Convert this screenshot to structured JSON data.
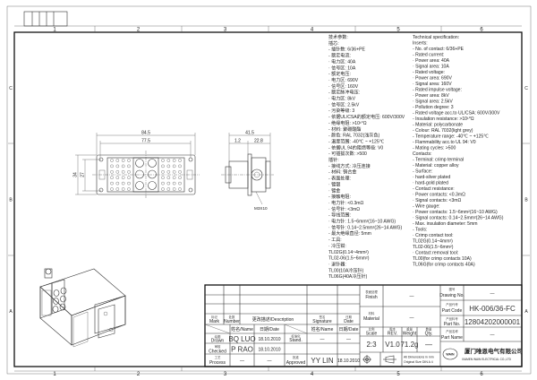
{
  "frame": {
    "columns": [
      "1",
      "2",
      "3",
      "4",
      "5",
      "6"
    ],
    "rows": [
      "C",
      "B",
      "A"
    ]
  },
  "front_view": {
    "dim_overall_width": "84.5",
    "dim_inner_width": "77.5",
    "dim_overall_height": "34",
    "dim_inner_height": "27"
  },
  "side_view": {
    "dim_overall": "41.5",
    "dim_left": "1.2",
    "dim_right": "22.8",
    "screw_label": "M3X10"
  },
  "spec_en": [
    "Technical specification:",
    "Inserts:",
    "- No. of contact: 6/36+PE",
    "- Rated current:",
    "  · Power area: 40A",
    "  · Signal area: 10A",
    "- Rated voltage:",
    "  · Power area: 690V",
    "  · Signal area: 160V",
    "- Rated impulse voltage:",
    "  · Power area: 8kV",
    "  · Signal area: 2.5kV",
    "- Pollution degree: 3",
    "- Rated voltage acc.to UL/CSA: 600V/300V",
    "- Insulation resistance: >10¹⁰Ω",
    "- Material: polycarbonate",
    "- Colour: RAL 7032(light grey)",
    "- Temperature range: -40℃ ~ +125℃",
    "- Flammability acc.to UL 94: V0",
    "- Mating cycles: >500",
    "Contacts:",
    "- Terminal: crimp terminal",
    "- Material: copper alloy",
    "- Surface:",
    "  · hard-silver plated",
    "  · hard-gold plated",
    "- Contact resistance:",
    "  · Power contacts: <0.3mΩ",
    "  · Signal contacts: <3mΩ",
    "- Wire gauge:",
    "  · Power contacts: 1.5~6mm²(16~10 AWG)",
    "  · Signal contacts: 0.14~2.5mm²(26~14 AWG)",
    "- Max. insulation diameter: 5mm",
    "- Tools:",
    "  · Crimp contact tool:",
    "    TL02G(0.14~4mm²)",
    "    TL02-06(1.5~6mm²)",
    "  · Contact removal tool:",
    "    TL00(for crimp contacts 10A)",
    "    TL06G(for crimp contacts 40A)"
  ],
  "spec_zh": [
    "技术参数:",
    "插芯:",
    "- 插针数: 6/36+PE",
    "- 额定电流:",
    "  · 电力区: 40A",
    "  · 信号区: 10A",
    "- 额定电压:",
    "  · 电力区: 690V",
    "  · 信号区: 160V",
    "- 额定脉冲电压:",
    "  · 电力区: 8kV",
    "  · 信号区: 2.5kV",
    "- 污染等级: 3",
    "- 依据UL/CSA的额定电压: 600V/300V",
    "- 绝缘电阻: >10¹⁰Ω",
    "- 材料: 聚碳酸酯",
    "- 颜色: RAL 7032(浅灰色)",
    "- 温度范围: -40℃ ~ +125℃",
    "- 依据UL 94的阻燃等级: V0",
    "- 可插拔次数: >500",
    "插针:",
    "- 接线方式: 冷压连接",
    "- 材料: 铜合金",
    "- 表面处理:",
    "  · 镀银",
    "  · 镀金",
    "- 接触电阻:",
    "  · 电力针: <0.3mΩ",
    "  · 信号针: <3mΩ",
    "- 导线范围:",
    "  · 电力针: 1.5~6mm²(16~10 AWG)",
    "  · 信号针: 0.14~2.5mm²(26~14 AWG)",
    "- 最大绝缘直径: 5mm",
    "- 工具:",
    "  · 冷压钳:",
    "    TL02G(0.14~4mm²)",
    "    TL02-06(1.5~6mm²)",
    "  · 退针器:",
    "    TL00(10A冷压针)",
    "    TL06G(40A冷压针)"
  ],
  "title_block": {
    "mark_zh": "标记",
    "mark": "Mark",
    "number_zh": "处数",
    "number": "Number",
    "description": "更改描述/Description",
    "signature_zh": "签名",
    "signature": "Signature",
    "date_zh": "日期",
    "date": "Date",
    "name_hdr": "姓名/Name",
    "date_hdr": "日期/Date",
    "name_hdr2": "姓名/Name",
    "date_hdr2": "日期/Date",
    "drawn_zh": "绘图",
    "drawn": "Drawn",
    "drawn_name": "BQ  LUO",
    "drawn_date": "18.10.2010",
    "checked_zh": "审核",
    "checked": "Checked",
    "checked_name": "P  RAO",
    "checked_date": "18.10.2010",
    "process_zh": "工艺",
    "process": "Process",
    "process_name": "—",
    "process_date": "—",
    "stand_zh": "标准化",
    "stand": "Stand.",
    "stand_name": "—",
    "stand_date": "—",
    "approved_zh": "批准",
    "approved": "Approved",
    "approved_name": "YY  LIN",
    "approved_date": "18.10.2010",
    "finish_zh": "表面处理",
    "finish": "Finish",
    "finish_value": "—",
    "material_zh": "材料",
    "material": "Material",
    "material_value": "—",
    "scale_zh": "比例",
    "scale": "Scale",
    "scale_value": "2:3",
    "rev_zh": "版本",
    "rev": "REV.",
    "rev_value": "V1.0",
    "weight_zh": "重量",
    "weight": "Weight",
    "weight_value": "71.2g",
    "qty_zh": "数量",
    "qty": "Qty.",
    "qty_value": "—",
    "dims_note_1": "All Dimensions in mm",
    "dims_note_2": "Original Size DIN A 4",
    "drawing_no_zh": "图号",
    "drawing_no": "Drawing No.",
    "drawing_no_value": "—",
    "part_code_zh": "产品代号",
    "part_code": "Part Code",
    "part_code_value": "HK-006/36-FC",
    "part_no_zh": "产品料号",
    "part_no": "Part No.",
    "part_no_value": "12804202000001",
    "part_name_zh": "产品名称",
    "part_name": "Part Name",
    "part_name_value": "—",
    "logo_text": "WAIN",
    "company_zh": "厦门唯恩电气有限公司",
    "company_en": "XIAMEN WAIN ELECTRICAL CO.,LTD"
  }
}
